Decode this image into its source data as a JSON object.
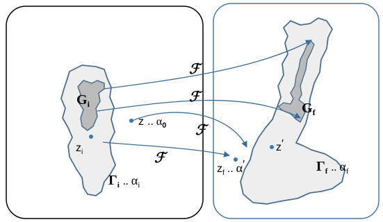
{
  "diagram": {
    "left_panel": {
      "inner_region": {
        "main": "G",
        "sub": "i"
      },
      "outer_region": {
        "main": "Γ",
        "sub": "i",
        "sep": "..",
        "param": "α",
        "param_sub": "i"
      },
      "point": {
        "main": "z",
        "sub": "i"
      },
      "point_free": {
        "main": "z",
        "sep": "..",
        "param": "α",
        "param_sub": "0"
      }
    },
    "right_panel": {
      "inner_region": {
        "main": "G",
        "sub": "f"
      },
      "outer_region": {
        "main": "Γ",
        "sub": "f",
        "sep": "..",
        "param": "α",
        "param_sub": "f"
      },
      "point_prime": {
        "main": "z",
        "prime": "′"
      },
      "point_final": {
        "main": "z",
        "sub": "f",
        "sep": "..",
        "param": "α",
        "prime": "′"
      }
    },
    "mapping_symbol": "ℱ",
    "colors": {
      "left_border": "#000000",
      "right_border": "#4a7a99",
      "region_fill": "#eeeeee",
      "region_stroke": "#4a6f8f",
      "inner_fill": "#bbbbbb",
      "arrow": "#3a6d9a",
      "dot": "#3a78b5"
    }
  }
}
